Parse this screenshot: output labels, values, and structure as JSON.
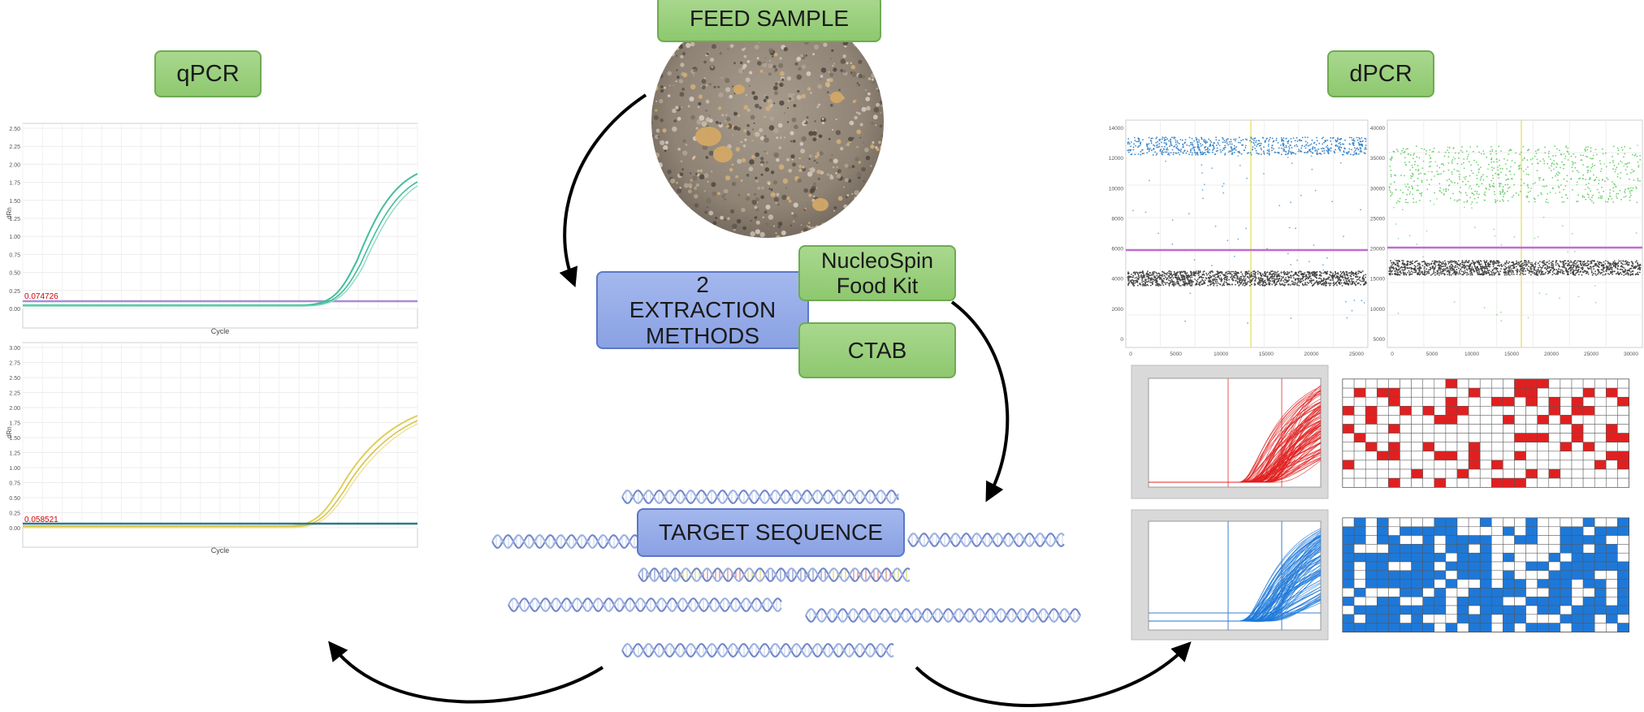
{
  "labels": {
    "feed_sample": "FEED SAMPLE",
    "qpcr": "qPCR",
    "dpcr": "dPCR",
    "extraction": "2 EXTRACTION METHODS",
    "nucleospin": "NucleoSpin Food Kit",
    "ctab": "CTAB",
    "target": "TARGET SEQUENCE"
  },
  "qpcr_charts": [
    {
      "threshold_label": "0.074726",
      "xlabel": "Cycle",
      "y_ticks": [
        "2.50",
        "2.25",
        "2.00",
        "1.75",
        "1.50",
        "1.25",
        "1.00",
        "0.75",
        "0.50",
        "0.25",
        "0.00"
      ],
      "curve_color": "#3fbf9a",
      "threshold_color": "#a98bd6"
    },
    {
      "threshold_label": "0.058521",
      "xlabel": "Cycle",
      "y_ticks": [
        "3.00",
        "2.75",
        "2.50",
        "2.25",
        "2.00",
        "1.75",
        "1.50",
        "1.25",
        "1.00",
        "0.75",
        "0.50",
        "0.25",
        "0.00"
      ],
      "curve_color": "#e0cf5a",
      "threshold_color": "#2b7a8a"
    }
  ],
  "dpcr_scatter": [
    {
      "y_ticks": [
        "14000",
        "12000",
        "10000",
        "8000",
        "6000",
        "4000",
        "2000",
        "0"
      ],
      "x_ticks": [
        "0",
        "5000",
        "10000",
        "15000",
        "20000",
        "25000"
      ],
      "positive_color": "#3a86c8",
      "threshold_color": "#c06bd0"
    },
    {
      "y_ticks": [
        "40000",
        "35000",
        "30000",
        "25000",
        "20000",
        "15000",
        "10000",
        "5000"
      ],
      "x_ticks": [
        "0",
        "5000",
        "10000",
        "15000",
        "20000",
        "25000",
        "30000"
      ],
      "positive_color": "#6fcf6f",
      "threshold_color": "#c06bd0"
    }
  ],
  "colors": {
    "red_channel": "#e02020",
    "blue_channel": "#1e78d8",
    "box_green": "#9fd183",
    "box_blue": "#98adea"
  }
}
